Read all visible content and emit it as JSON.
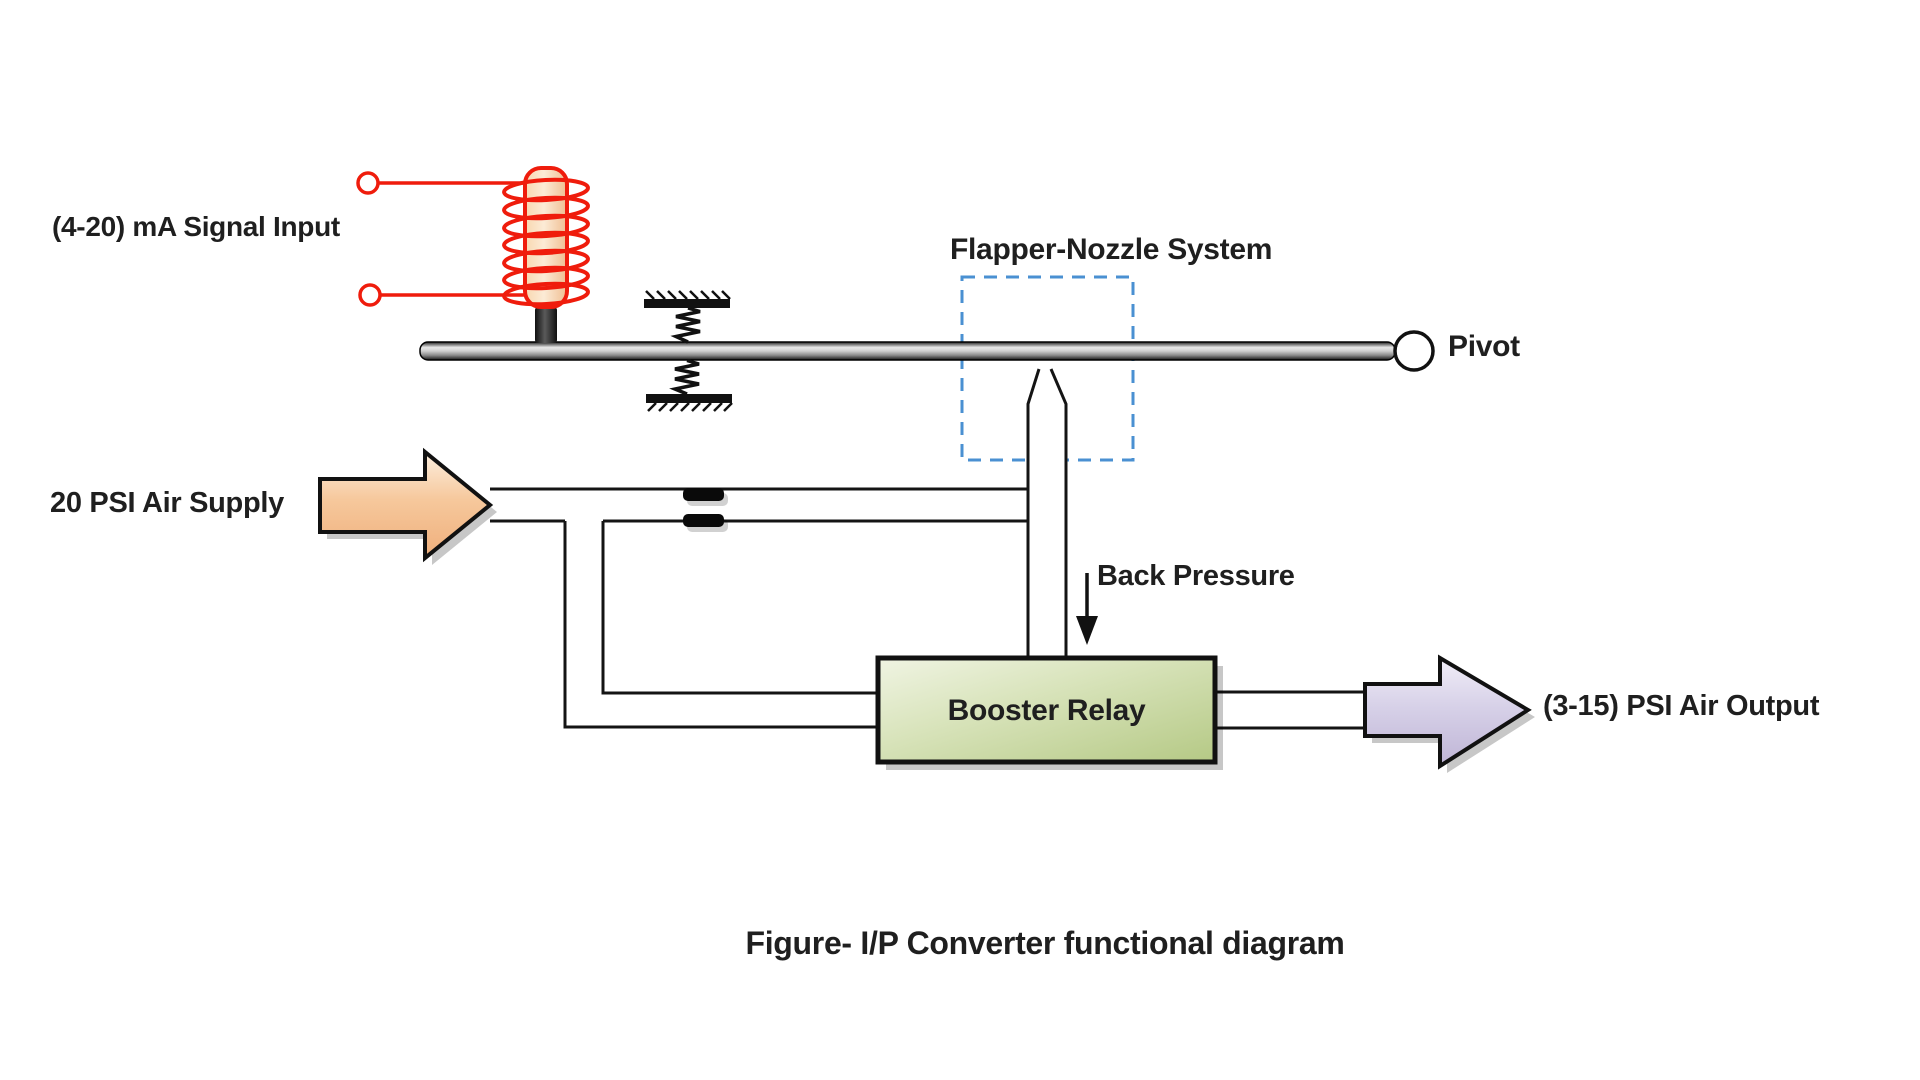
{
  "diagram": {
    "caption": "Figure- I/P Converter functional diagram",
    "labels": {
      "signal_input": "(4-20) mA Signal Input",
      "flapper_nozzle": "Flapper-Nozzle System",
      "pivot": "Pivot",
      "air_supply": "20 PSI Air Supply",
      "back_pressure": "Back Pressure",
      "booster_relay": "Booster Relay",
      "air_output": "(3-15) PSI Air Output"
    },
    "colors": {
      "coil_red": "#EF1C0C",
      "flapper_box_blue": "#4A90D2",
      "pipe_black": "#141414",
      "supply_arrow_peach": "#F6C89C",
      "output_arrow_lavender": "#D7D1E8",
      "booster_relay_green": "#D9E4BC",
      "beam_gray": "#9C9C9C",
      "text_black": "#1F1F1F"
    }
  }
}
